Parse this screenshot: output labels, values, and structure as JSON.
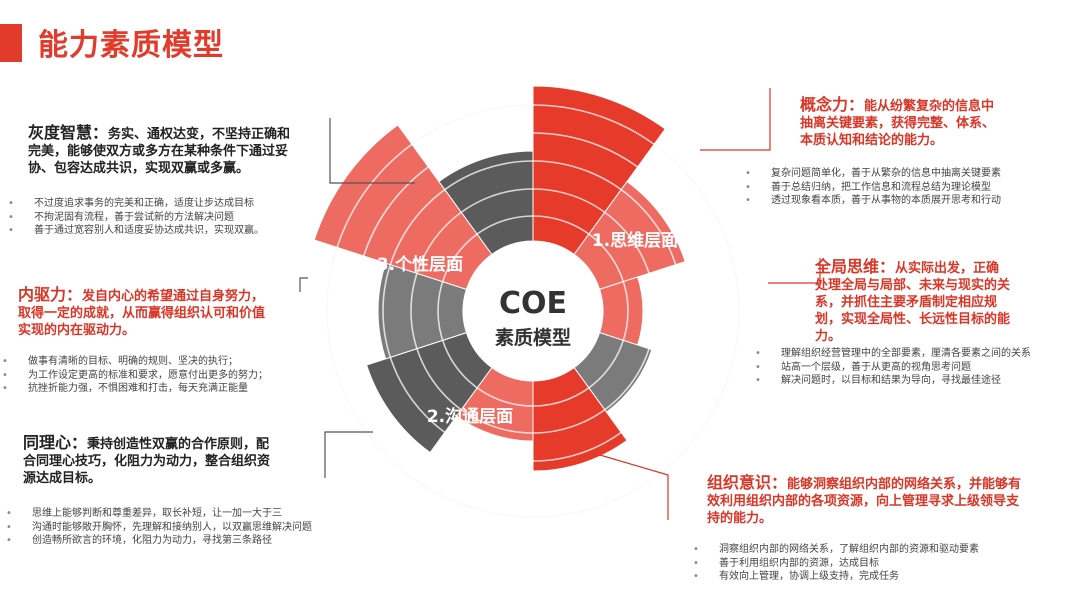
{
  "title": "能力素质模型",
  "colors": {
    "accent": "#e23a2b",
    "red": "#e63a2a",
    "salmon": "#ee6b62",
    "dark_gray": "#5b5b5b",
    "mid_gray": "#7b7b7b"
  },
  "center": {
    "line1": "COE",
    "line2": "素质模型"
  },
  "segments": [
    "1.思维层面",
    "2.沟通层面",
    "3.个性层面"
  ],
  "abilities": {
    "concept": {
      "name": "概念力：",
      "desc": "能从纷繁复杂的信息中抽离关键要素，获得完整、体系、本质认知和结论的能力。",
      "points": [
        "复杂问题简单化，善于从繁杂的信息中抽离关键要素",
        "善于总结归纳，把工作信息和流程总结为理论模型",
        "透过现象看本质，善于从事物的本质展开思考和行动"
      ]
    },
    "overall": {
      "name": "全局思维：",
      "desc": "从实际出发，正确处理全局与局部、未来与现实的关系，并抓住主要矛盾制定相应规划，实现全局性、长远性目标的能力。",
      "points": [
        "理解组织经营管理中的全部要素，厘清各要素之间的关系",
        "站高一个层级，善于从更高的视角思考问题",
        "解决问题时，以目标和结果为导向，寻找最佳途径"
      ]
    },
    "organization": {
      "name": "组织意识：",
      "desc": "能够洞察组织内部的网络关系，并能够有效利用组织内部的各项资源，向上管理寻求上级领导支持的能力。",
      "points": [
        "洞察组织内部的网络关系，了解组织内部的资源和驱动要素",
        "善于利用组织内部的资源，达成目标",
        "有效向上管理，协调上级支持，完成任务"
      ]
    },
    "gray": {
      "name": "灰度智慧：",
      "desc": "务实、通权达变，不坚持正确和完美，能够使双方或多方在某种条件下通过妥协、包容达成共识，实现双赢或多赢。",
      "points": [
        "不过度追求事务的完美和正确，适度让步达成目标",
        "不拘泥固有流程，善于尝试新的方法解决问题",
        "善于通过宽容别人和适度妥协达成共识，实现双赢。"
      ]
    },
    "drive": {
      "name": "内驱力：",
      "desc": "发自内心的希望通过自身努力，取得一定的成就，从而赢得组织认可和价值实现的内在驱动力。",
      "points": [
        "做事有清晰的目标、明确的规则、坚决的执行；",
        "为工作设定更高的标准和要求，愿意付出更多的努力；",
        "抗挫折能力强，不惧困难和打击，每天充满正能量"
      ]
    },
    "empathy": {
      "name": "同理心：",
      "desc": "秉持创造性双赢的合作原则，配合同理心技巧，化阻力为动力，整合组织资源达成目标。",
      "points": [
        "思维上能够判断和尊重差异，取长补短，让一加一大于三",
        "沟通时能够敞开胸怀，先理解和接纳别人，以双赢思维解决问题",
        "创造畅所欲言的环境，化阻力为动力，寻找第三条路径"
      ]
    }
  }
}
